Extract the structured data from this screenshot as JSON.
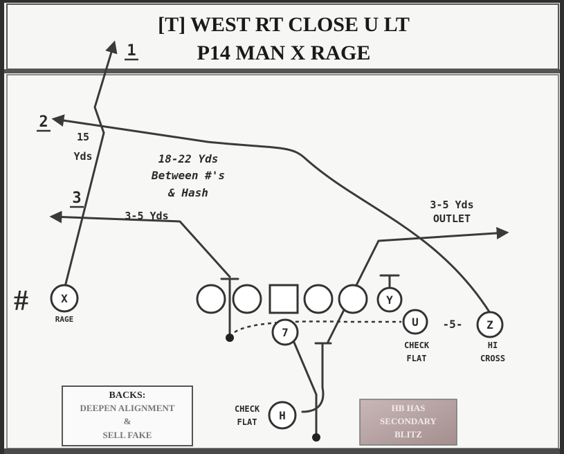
{
  "title": {
    "line1": "[T] WEST RT CLOSE U LT",
    "line2": "P14 MAN X RAGE"
  },
  "route_numbers": {
    "r1": "1",
    "r2": "2",
    "r3": "3"
  },
  "annotations": {
    "deep_yds": "15",
    "deep_yds_unit": "Yds",
    "dig_line1": "18-22 Yds",
    "dig_line2": "Between #'s",
    "dig_line3": "& Hash",
    "out_yds": "3-5 Yds",
    "outlet_line1": "3-5 Yds",
    "outlet_line2": "OUTLET",
    "hash_mark": "#",
    "split": "-5-"
  },
  "players": {
    "x": {
      "letter": "X",
      "tag": "RAGE"
    },
    "y": {
      "letter": "Y"
    },
    "u": {
      "letter": "U",
      "tag1": "CHECK",
      "tag2": "FLAT"
    },
    "z": {
      "letter": "Z",
      "tag1": "HI",
      "tag2": "CROSS"
    },
    "qb": {
      "letter": "7"
    },
    "h": {
      "letter": "H",
      "tag1": "CHECK",
      "tag2": "FLAT"
    }
  },
  "backs_box": {
    "heading": "BACKS:",
    "line1": "DEEPEN ALIGNMENT",
    "line2": "&",
    "line3": "SELL FAKE"
  },
  "hb_box": {
    "line1": "HB HAS",
    "line2": "SECONDARY",
    "line3": "BLITZ"
  },
  "colors": {
    "paper": "#f4f4f2",
    "ink": "#333333",
    "hb_box": "#b8a2a2"
  }
}
